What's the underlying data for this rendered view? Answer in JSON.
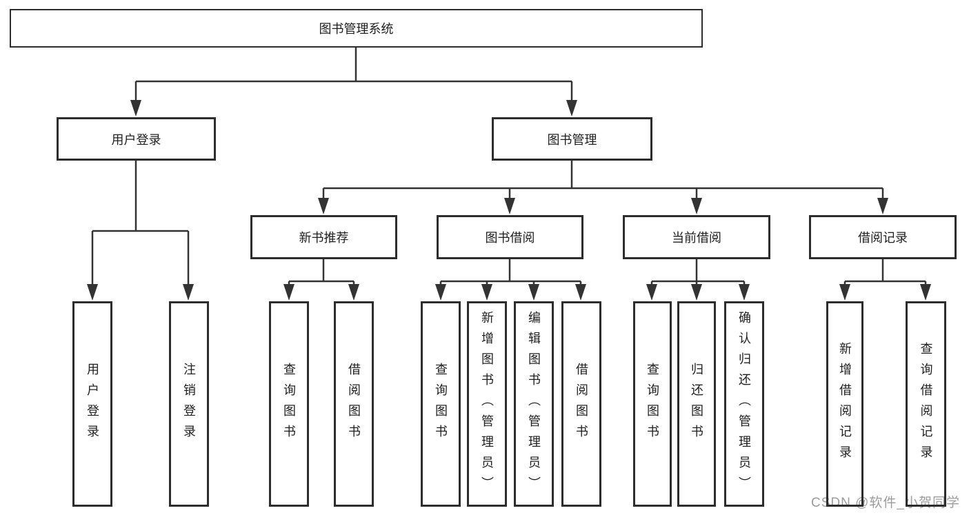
{
  "diagram": {
    "root": "图书管理系统",
    "branches": [
      {
        "label": "用户登录",
        "leaves": [
          "用户登录",
          "注销登录"
        ]
      },
      {
        "label": "图书管理",
        "groups": [
          {
            "label": "新书推荐",
            "leaves": [
              "查询图书",
              "借阅图书"
            ]
          },
          {
            "label": "图书借阅",
            "leaves": [
              "查询图书",
              "新增图书（管理员）",
              "编辑图书（管理员）",
              "借阅图书"
            ]
          },
          {
            "label": "当前借阅",
            "leaves": [
              "查询图书",
              "归还图书",
              "确认归还（管理员）"
            ]
          },
          {
            "label": "借阅记录",
            "leaves": [
              "新增借阅记录",
              "查询借阅记录"
            ]
          }
        ]
      }
    ],
    "watermark": "CSDN @软件_小贺同学",
    "colors": {
      "line": "#333333",
      "box_border": "#2d2d2d",
      "text": "#1f1f1f",
      "watermark": "#9c9c9c",
      "background": "#ffffff"
    }
  }
}
